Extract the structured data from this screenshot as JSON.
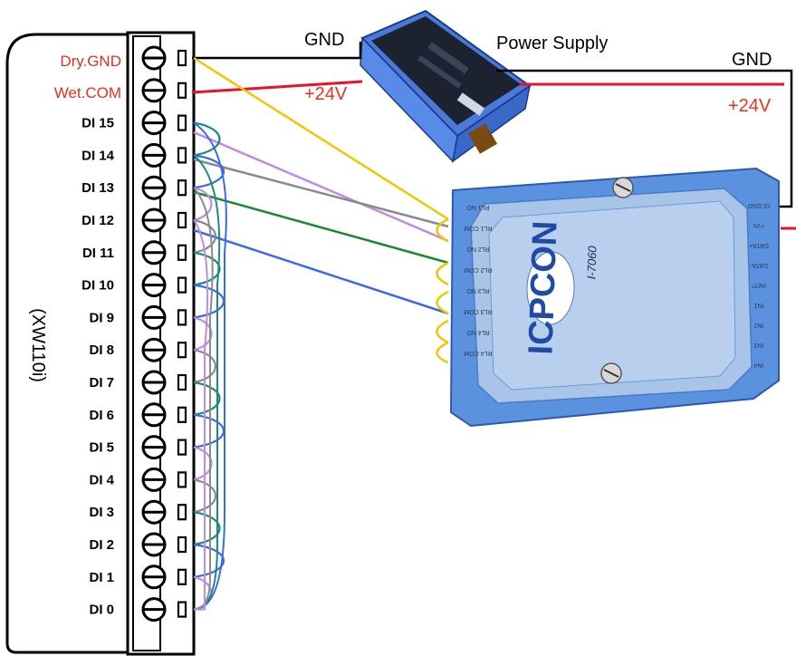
{
  "module_labels": {
    "dry_gnd": "Dry.GND",
    "wet_com": "Wet.COM",
    "di_channels": [
      "DI 15",
      "DI 14",
      "DI 13",
      "DI 12",
      "DI 11",
      "DI 10",
      "DI 9",
      "DI 8",
      "DI 7",
      "DI 6",
      "DI 5",
      "DI 4",
      "DI 3",
      "DI 2",
      "DI 1",
      "DI 0"
    ],
    "module_name": "(XW110i)"
  },
  "power": {
    "title": "Power Supply",
    "gnd_left": "GND",
    "v_left": "+24V",
    "gnd_right": "GND",
    "v_right": "+24V"
  },
  "relay_module": {
    "brand": "ICPCON",
    "model": "I-7060",
    "left_pins": [
      "RL1 NO",
      "RL1 COM",
      "RL2 NO",
      "RL2 COM",
      "RL3 NO",
      "RL3 COM",
      "RL4 NO",
      "RL4 COM"
    ],
    "right_pins": [
      "DI.GND",
      "+Vs",
      "DATA+",
      "DATA-",
      "INIT*",
      "IN1",
      "IN2",
      "IN3",
      "IN4"
    ]
  },
  "colors": {
    "red_label": "#e8301e",
    "wire_yellow": "#f5c400",
    "wire_red": "#e8102a",
    "wire_purple": "#c08ae8",
    "wire_gray": "#8a8a8a",
    "wire_green": "#1a8a2a",
    "wire_blue": "#3a6ae8",
    "wire_teal": "#1a8a80",
    "module_blue": "#6aa4e8"
  }
}
